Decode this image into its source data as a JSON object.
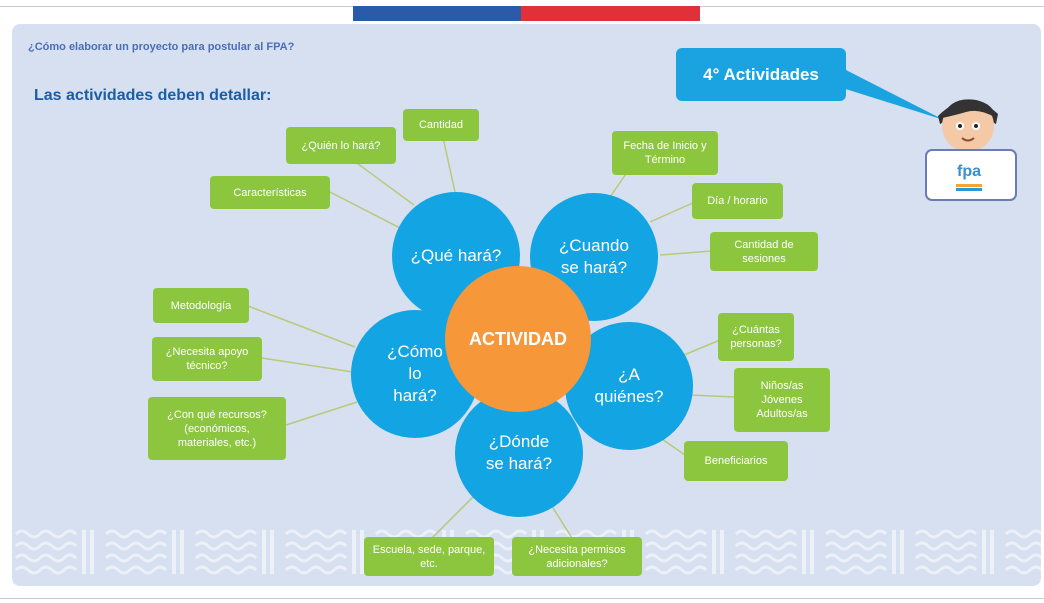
{
  "header": {
    "text": "¿Cómo elaborar un proyecto para postular al FPA?"
  },
  "subtitle": "Las actividades deben detallar:",
  "callout": "4° Actividades",
  "logo_text": "fpa",
  "colors": {
    "petal": "#13a4e3",
    "center": "#f6973a",
    "box": "#8cc63f",
    "panel": "#d6e0f0",
    "title": "#1b5ea8"
  },
  "diagram": {
    "center": "ACTIVIDAD",
    "petals": {
      "que": "¿Qué hará?",
      "cuando": "¿Cuando\nse hará?",
      "como": "¿Cómo\nlo\nhará?",
      "quienes": "¿A\nquiénes?",
      "donde": "¿Dónde\nse hará?"
    },
    "boxes": {
      "cantidad": "Cantidad",
      "quien": "¿Quién lo hará?",
      "caracteristicas": "Características",
      "fecha": "Fecha de Inicio y\nTérmino",
      "dia": "Día / horario",
      "sesiones": "Cantidad de\nsesiones",
      "metodologia": "Metodología",
      "apoyo": "¿Necesita apoyo\ntécnico?",
      "recursos": "¿Con qué recursos?\n(económicos,\nmateriales, etc.)",
      "cuantas": "¿Cuántas\npersonas?",
      "ninos": "Niños/as\nJóvenes\nAdultos/as",
      "beneficiarios": "Beneficiarios",
      "escuela": "Escuela, sede, parque,\netc.",
      "permisos": "¿Necesita permisos\nadicionales?"
    }
  }
}
